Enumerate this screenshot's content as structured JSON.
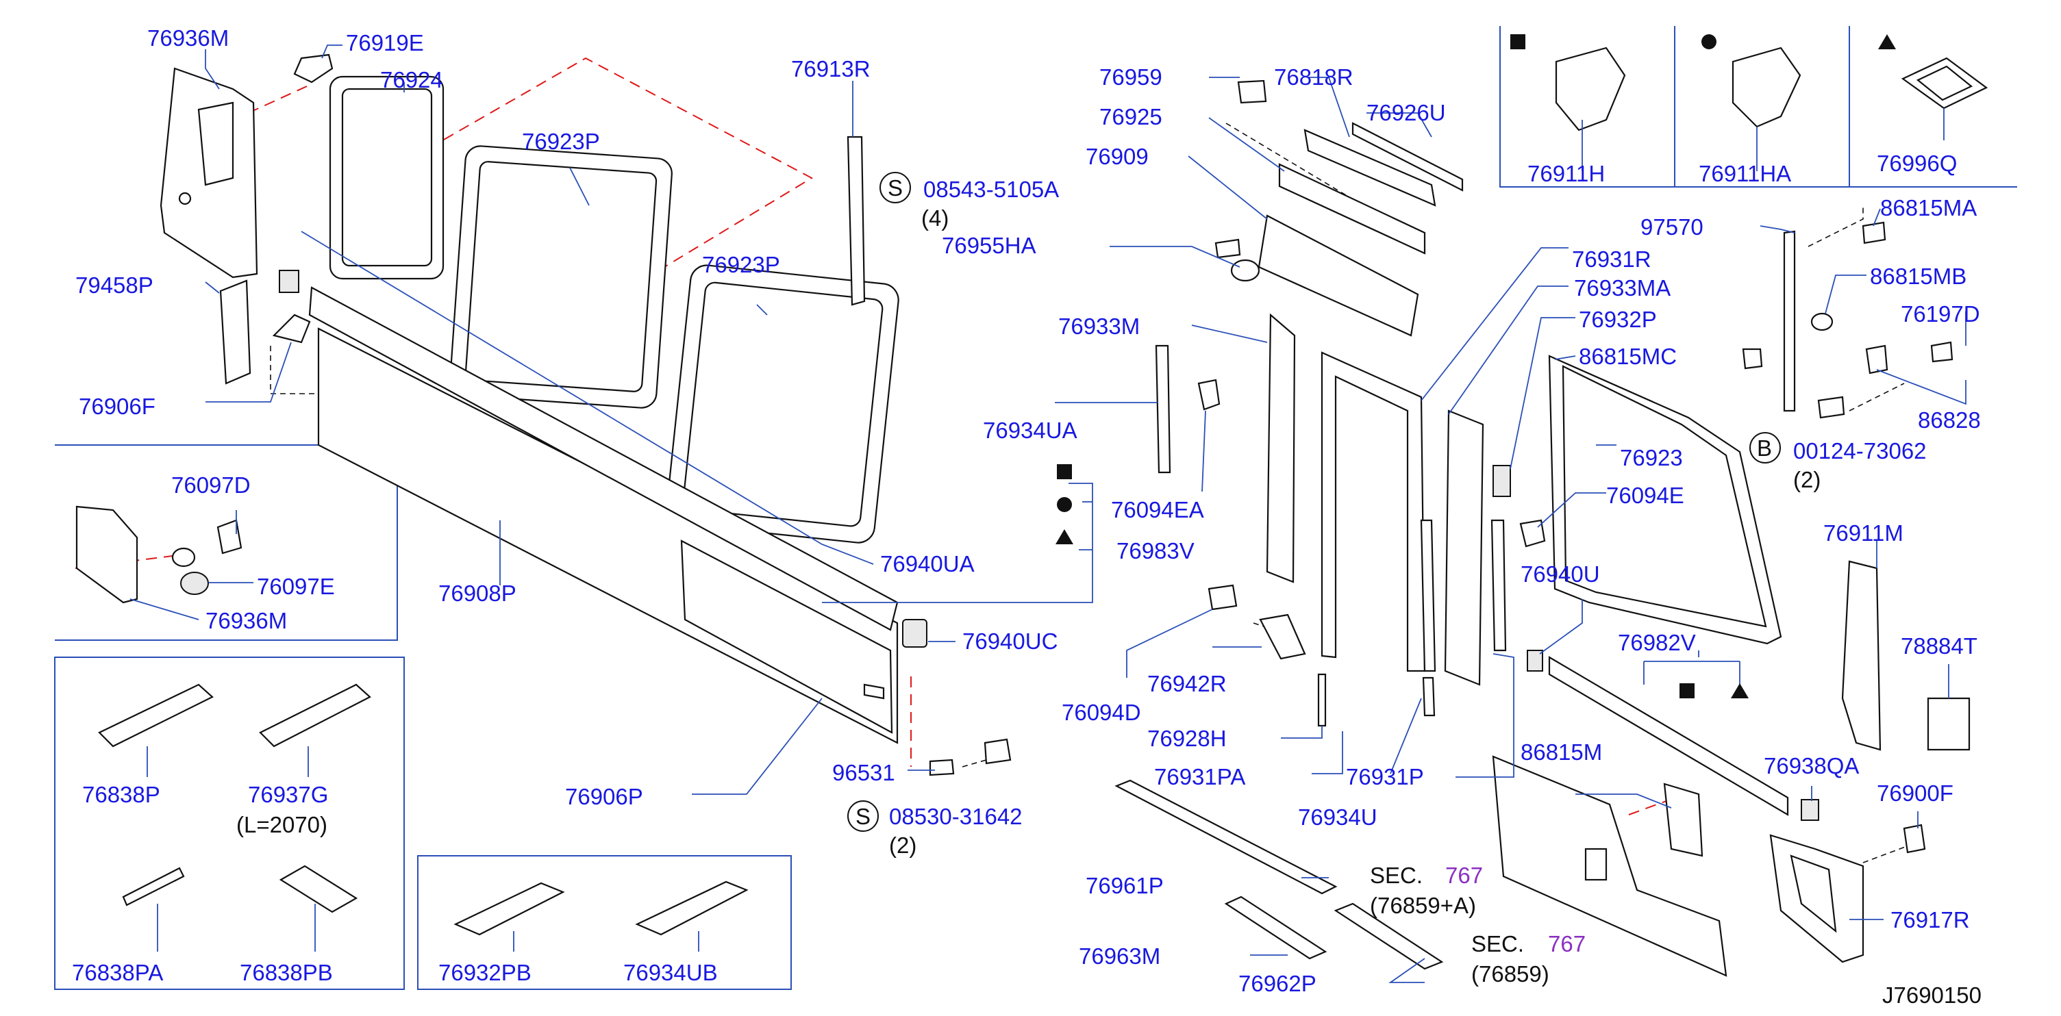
{
  "diagram_id": "J7690150",
  "colors": {
    "label": "#1818e0",
    "leader": "#2a4fb8",
    "dash": "#e01818",
    "section_ref": "#8a2fc2"
  },
  "labels": {
    "p76936M_top": "76936M",
    "p76919E": "76919E",
    "p76924": "76924",
    "p76923P_a": "76923P",
    "p76913R": "76913R",
    "p08543": "08543-5105A",
    "q4": "(4)",
    "p76955HA": "76955HA",
    "p76923P_b": "76923P",
    "p79458P": "79458P",
    "p76906F": "76906F",
    "p76097D": "76097D",
    "p76097E": "76097E",
    "p76936M_inset": "76936M",
    "p76908P": "76908P",
    "p76940UA": "76940UA",
    "p76940UC": "76940UC",
    "p96531": "96531",
    "p76906P": "76906P",
    "p08530": "08530-31642",
    "q2a": "(2)",
    "p76838P": "76838P",
    "p76937G": "76937G",
    "l2070": "(L=2070)",
    "p76838PA": "76838PA",
    "p76838PB": "76838PB",
    "p76932PB": "76932PB",
    "p76934UB": "76934UB",
    "p76959": "76959",
    "p76818R": "76818R",
    "p76925": "76925",
    "p76926U": "76926U",
    "p76909": "76909",
    "p76933M": "76933M",
    "p76934UA": "76934UA",
    "p76094EA": "76094EA",
    "p76983V": "76983V",
    "p76094D": "76094D",
    "p76942R": "76942R",
    "p76928H": "76928H",
    "p76931PA": "76931PA",
    "p76931P": "76931P",
    "p76934U": "76934U",
    "p76961P": "76961P",
    "p76963M": "76963M",
    "p76962P": "76962P",
    "p76931R": "76931R",
    "p76933MA": "76933MA",
    "p76932P": "76932P",
    "p86815MC": "86815MC",
    "p76923": "76923",
    "p76094E": "76094E",
    "p76940U": "76940U",
    "p76982V": "76982V",
    "p86815M": "86815M",
    "p76938QA": "76938QA",
    "p76900F": "76900F",
    "p76917R": "76917R",
    "p76911M": "76911M",
    "p78884T": "78884T",
    "p97570": "97570",
    "p86815MA": "86815MA",
    "p86815MB": "86815MB",
    "p76197D": "76197D",
    "p86828": "86828",
    "p00124": "00124-73062",
    "q2b": "(2)",
    "p76911H": "76911H",
    "p76911HA": "76911HA",
    "p76996Q": "76996Q",
    "sec1_word": "SEC.",
    "sec1_num": "767",
    "sec1_ref": "(76859+A)",
    "sec2_word": "SEC.",
    "sec2_num": "767",
    "sec2_ref": "(76859)",
    "mark_s1": "S",
    "mark_s2": "S",
    "mark_b": "B"
  }
}
